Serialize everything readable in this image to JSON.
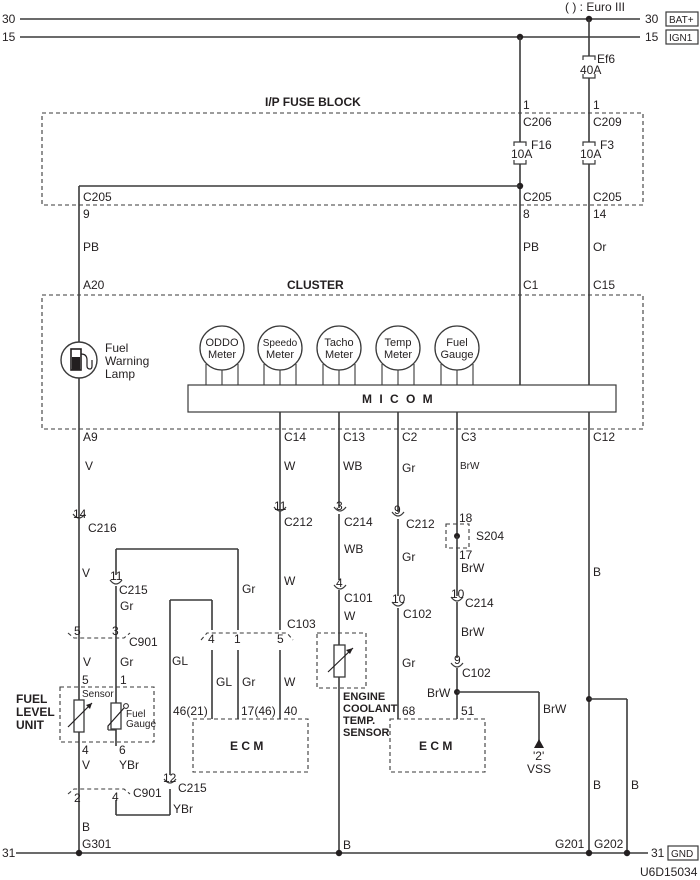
{
  "diagram": {
    "title_note": "( ) : Euro III",
    "figure_id": "U6D15034",
    "rails": {
      "bat": {
        "left_num": "30",
        "right_num": "30",
        "tag": "BAT+"
      },
      "ign": {
        "left_num": "15",
        "right_num": "15",
        "tag": "IGN1"
      },
      "gnd": {
        "left_num": "31",
        "right_num": "31",
        "tag": "GND"
      }
    },
    "fuse_ef6": {
      "rating": "40A",
      "name": "Ef6"
    },
    "fuse_block": {
      "title": "I/P FUSE BLOCK",
      "f16": {
        "pin_in": "1",
        "conn_in": "C206",
        "rating": "10A",
        "name": "F16",
        "conn_out": "C205",
        "pin_out": "8"
      },
      "f3": {
        "pin_in": "1",
        "conn_in": "C209",
        "rating": "10A",
        "name": "F3",
        "conn_out": "C205",
        "pin_out": "14"
      },
      "left_out": {
        "conn": "C205",
        "pin": "9"
      }
    },
    "wires_upper": {
      "left": "PB",
      "mid": "PB",
      "right": "Or"
    },
    "cluster": {
      "title": "CLUSTER",
      "pin_a20": "A20",
      "pin_c1": "C1",
      "pin_c15": "C15",
      "lamp": {
        "line1": "Fuel",
        "line2": "Warning",
        "line3": "Lamp"
      },
      "meters": [
        {
          "l1": "ODDO",
          "l2": "Meter"
        },
        {
          "l1": "Speedo",
          "l2": "Meter"
        },
        {
          "l1": "Tacho",
          "l2": "Meter"
        },
        {
          "l1": "Temp",
          "l2": "Meter"
        },
        {
          "l1": "Fuel",
          "l2": "Gauge"
        }
      ],
      "micom": "M  I  C  O  M",
      "pins_out": {
        "a9": "A9",
        "c14": "C14",
        "c13": "C13",
        "c2": "C2",
        "c3": "C3",
        "c12": "C12"
      }
    },
    "wire_labels": {
      "a9": "V",
      "c14": "W",
      "c13": "WB",
      "c2": "Gr",
      "c3": "BrW",
      "v2": "V",
      "w2": "W",
      "wb2": "WB",
      "gr2": "Gr",
      "brw2": "BrW",
      "brw3": "BrW",
      "c12_b": "B",
      "gr_c215": "Gr",
      "gr_loop": "Gr",
      "gl_loop": "GL",
      "v3": "V",
      "gr3": "Gr",
      "gl4": "GL",
      "gr4": "Gr",
      "w4": "W",
      "w_ect": "W",
      "gr5": "Gr",
      "v4": "V",
      "ybr": "YBr",
      "ybr2": "YBr",
      "b_g301": "B",
      "b_ect": "B",
      "brw_vss_left": "BrW",
      "brw_vss": "BrW",
      "b_g201": "B",
      "b_g202": "B"
    },
    "connectors": {
      "c216": {
        "pin": "14",
        "name": "C216"
      },
      "c212a": {
        "pin": "11",
        "name": "C212"
      },
      "c214a": {
        "pin": "3",
        "name": "C214"
      },
      "c212b": {
        "pin": "9",
        "name": "C212"
      },
      "s204": {
        "pin_top": "18",
        "name": "S204",
        "pin_bot": "17"
      },
      "c215a": {
        "pin": "11",
        "name": "C215"
      },
      "c101": {
        "pin": "4",
        "name": "C101"
      },
      "c102a": {
        "pin": "10",
        "name": "C102"
      },
      "c214b": {
        "pin": "10",
        "name": "C214"
      },
      "c102b": {
        "pin": "9",
        "name": "C102"
      },
      "c901a": {
        "pin_l": "5",
        "pin_r": "3",
        "name": "C901"
      },
      "c103": {
        "pin_a": "4",
        "pin_b": "1",
        "pin_c": "5",
        "name": "C103"
      },
      "c901b": {
        "pin_l": "2",
        "pin_r": "4",
        "name": "C901"
      },
      "c215b": {
        "pin": "12",
        "name": "C215"
      }
    },
    "fuel_level_unit": {
      "l1": "FUEL",
      "l2": "LEVEL",
      "l3": "UNIT",
      "sensor": "Sensor",
      "gauge_l1": "Fuel",
      "gauge_l2": "Gauge",
      "pin5": "5",
      "pin1": "1",
      "pin4": "4",
      "pin6": "6"
    },
    "ecm1": {
      "label": "E  C  M",
      "pin_a": "46(21)",
      "pin_b": "17(46)",
      "pin_c": "40"
    },
    "ect": {
      "l1": "ENGINE",
      "l2": "COOLANT",
      "l3": "TEMP.",
      "l4": "SENSOR"
    },
    "ecm2": {
      "label": "E  C  M",
      "pin_a": "68",
      "pin_b": "51"
    },
    "vss": {
      "l1": "'2'",
      "l2": "VSS"
    },
    "grounds": {
      "g301": "G301",
      "g201": "G201",
      "g202": "G202"
    }
  }
}
